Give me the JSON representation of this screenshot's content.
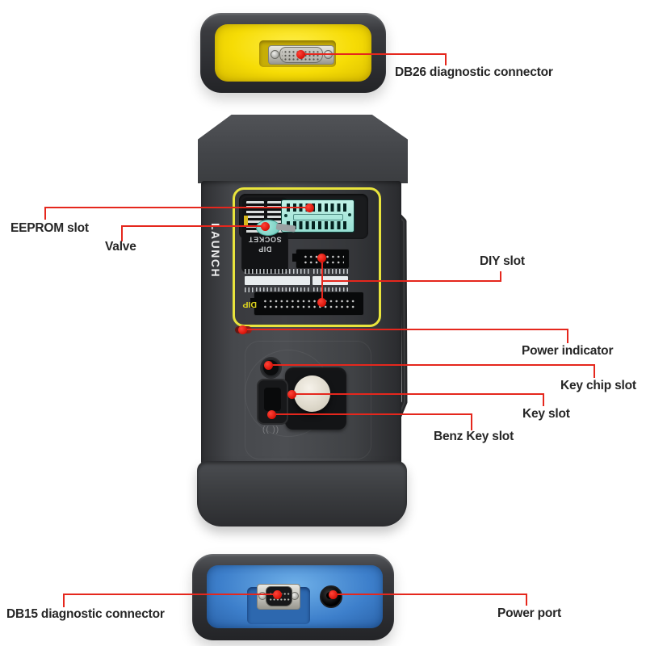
{
  "annotations": {
    "db26": {
      "label": "DB26 diagnostic connector"
    },
    "eeprom": {
      "label": "EEPROM slot"
    },
    "valve": {
      "label": "Valve"
    },
    "diy": {
      "label": "DIY slot"
    },
    "power_indicator": {
      "label": "Power indicator"
    },
    "key_chip": {
      "label": "Key chip slot"
    },
    "key": {
      "label": "Key slot"
    },
    "benz_key": {
      "label": "Benz Key slot"
    },
    "db15": {
      "label": "DB15 diagnostic connector"
    },
    "power_port": {
      "label": "Power port"
    }
  },
  "device": {
    "brand": "LAUNCH",
    "panel": {
      "dip_socket_text": "DIP SOCKET",
      "dip_text": "DIP"
    },
    "lower": {
      "wireless_marking": "(( ))"
    }
  },
  "colors": {
    "callout_red": "#e5271d",
    "body_gray": "#404245",
    "top_face_yellow": "#f6dc05",
    "bottom_face_blue": "#3d7fcb",
    "panel_border_yellow": "#e9e43c",
    "eeprom_socket_cyan": "#a9e9dd",
    "background": "#ffffff"
  }
}
